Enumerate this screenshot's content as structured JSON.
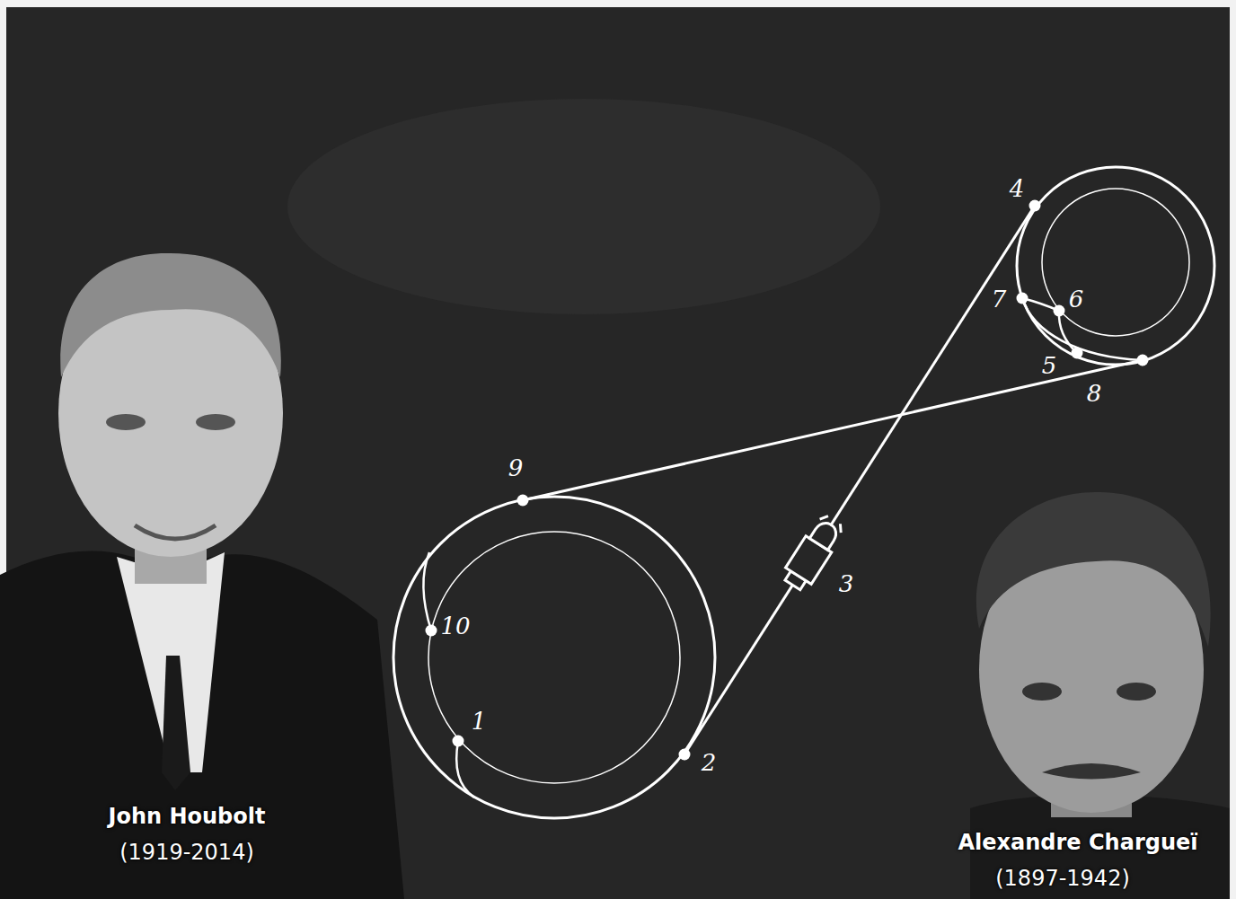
{
  "diagram": {
    "labels": [
      "4",
      "7",
      "6",
      "5",
      "8",
      "9",
      "3",
      "10",
      "1",
      "2",
      "John Houbolt",
      "(1919-2014)",
      "Alexandre Chargueï",
      "(1897-1942)"
    ]
  }
}
